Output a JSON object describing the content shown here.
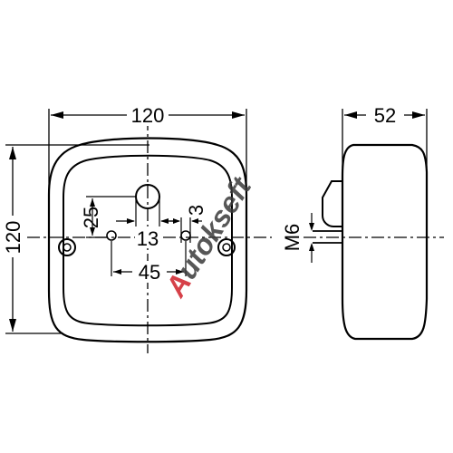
{
  "dimensions": {
    "front_width": "120",
    "front_height": "120",
    "side_depth": "52",
    "hole_horizontal": "13",
    "hole_vertical": "25",
    "small_offset": "3",
    "mount_spacing": "45",
    "thread": "M6"
  },
  "watermark": {
    "text": "Autokseft",
    "color_dark": "#3a3a3a",
    "color_red": "#d0202a"
  }
}
